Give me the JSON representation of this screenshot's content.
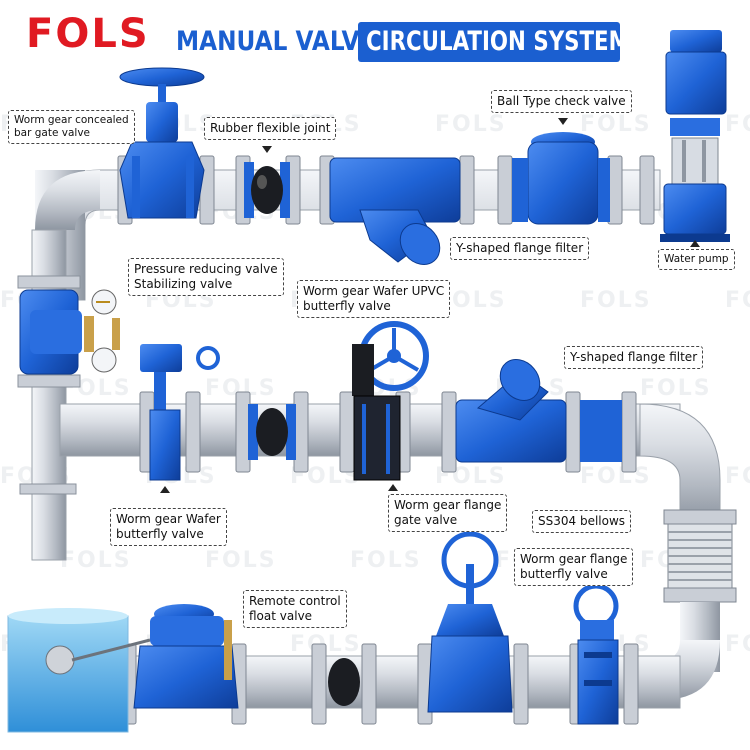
{
  "header": {
    "brand": "FOLS",
    "title_part1": "MANUAL VALVE",
    "title_part2": "CIRCULATION SYSTEM"
  },
  "watermark": "FOLS",
  "labels": {
    "gate_valve_concealed": "Worm gear concealed\nbar gate valve",
    "rubber_joint": "Rubber flexible joint",
    "ball_check_valve": "Ball Type check valve",
    "y_filter_top": "Y-shaped flange filter",
    "water_pump": "Water pump",
    "pressure_reducing": "Pressure reducing valve\nStabilizing valve",
    "wafer_upvc_butterfly": "Worm gear Wafer UPVC\nbutterfly valve",
    "y_filter_mid": "Y-shaped flange filter",
    "wafer_butterfly": "Worm gear Wafer\nbutterfly valve",
    "flange_gate_valve": "Worm gear flange\ngate valve",
    "bellows": "SS304 bellows",
    "flange_butterfly": "Worm gear flange\nbutterfly valve",
    "float_valve": "Remote control\nfloat valve"
  },
  "colors": {
    "brand_red": "#e01a22",
    "brand_blue": "#1b5fd0",
    "pipe_steel": "#c9ced6",
    "valve_blue": "#1f63d6"
  }
}
